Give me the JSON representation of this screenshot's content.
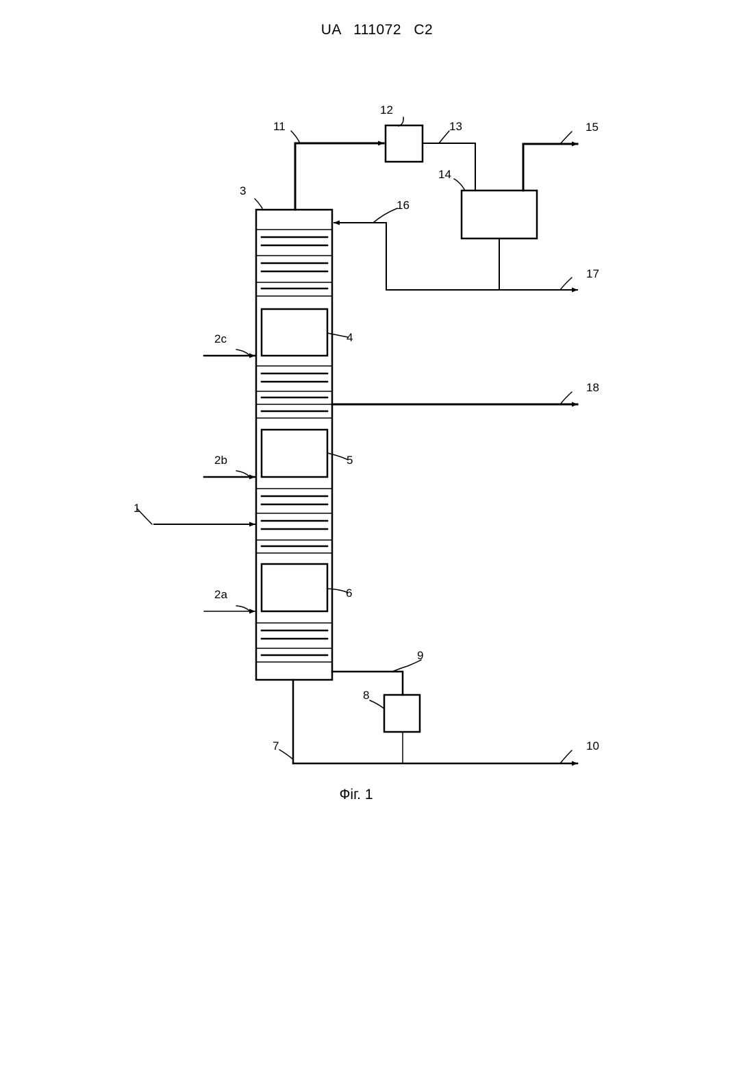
{
  "header": {
    "text": "UA 111072 C2"
  },
  "caption": "Фіг. 1",
  "labels": {
    "l1": "1",
    "l2a": "2a",
    "l2b": "2b",
    "l2c": "2c",
    "l3": "3",
    "l4": "4",
    "l5": "5",
    "l6": "6",
    "l7": "7",
    "l8": "8",
    "l9": "9",
    "l10": "10",
    "l11": "11",
    "l12": "12",
    "l13": "13",
    "l14": "14",
    "l15": "15",
    "l16": "16",
    "l17": "17",
    "l18": "18"
  }
}
